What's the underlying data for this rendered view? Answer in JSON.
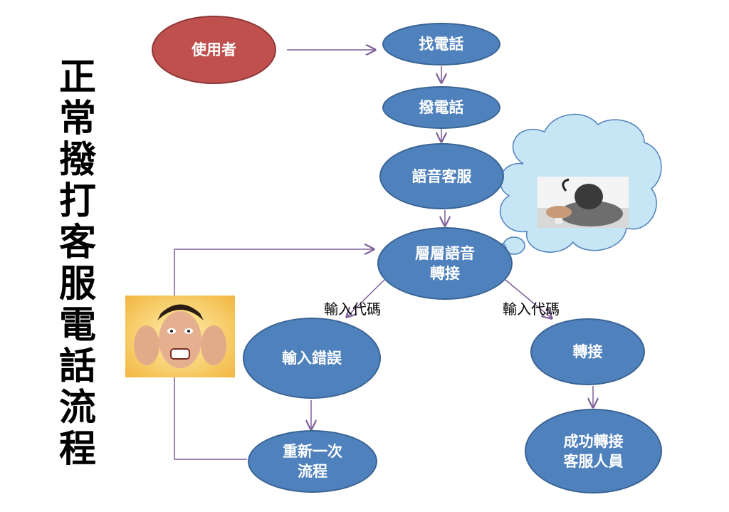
{
  "title": "正常撥打客服電話流程",
  "nodes": {
    "user": "使用者",
    "find_phone": "找電話",
    "dial_phone": "撥電話",
    "voice_service": "語音客服",
    "layered_transfer": "層層語音\n轉接",
    "input_error": "輸入錯誤",
    "retry": "重新一次\n流程",
    "transfer": "轉接",
    "success": "成功轉接\n客服人員"
  },
  "edge_labels": {
    "left": "輸入代碼",
    "right": "輸入代碼"
  },
  "images": {
    "tired_person": "person-sleeping-on-desk-with-phone",
    "frustrated_person": "frustrated-man-pulling-hair"
  },
  "colors": {
    "node_blue": "#4f81bd",
    "node_red": "#c0504d",
    "cloud": "#c6e5f5",
    "arrow": "#7f5f9a"
  }
}
